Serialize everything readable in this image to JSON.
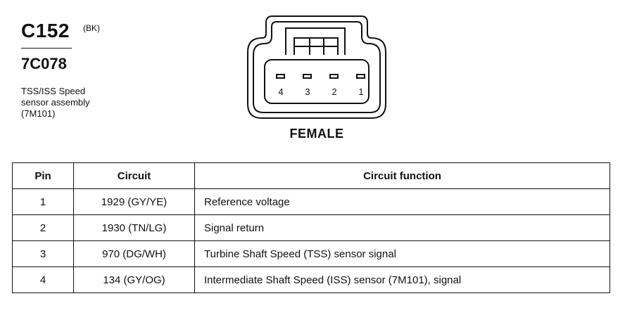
{
  "connector": {
    "id": "C152",
    "color_code": "(BK)",
    "part_number": "7C078",
    "description_lines": [
      "TSS/ISS Speed",
      "sensor assembly",
      "(7M101)"
    ],
    "view_label": "FEMALE",
    "pin_labels": [
      "4",
      "3",
      "2",
      "1"
    ]
  },
  "table": {
    "headers": [
      "Pin",
      "Circuit",
      "Circuit function"
    ],
    "rows": [
      {
        "pin": "1",
        "circuit": "1929 (GY/YE)",
        "function": "Reference voltage"
      },
      {
        "pin": "2",
        "circuit": "1930 (TN/LG)",
        "function": "Signal return"
      },
      {
        "pin": "3",
        "circuit": "970 (DG/WH)",
        "function": "Turbine Shaft Speed (TSS) sensor signal"
      },
      {
        "pin": "4",
        "circuit": "134 (GY/OG)",
        "function": "Intermediate Shaft Speed (ISS) sensor (7M101), signal"
      }
    ]
  }
}
